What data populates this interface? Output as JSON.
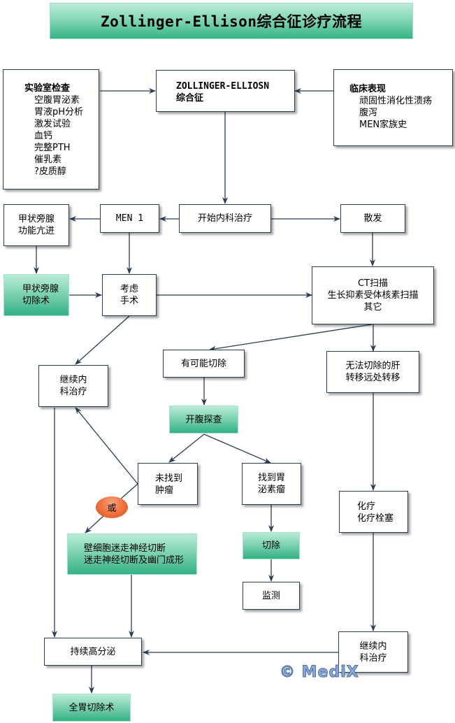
{
  "title": "Zollinger-Ellison综合征诊疗流程",
  "nodes": {
    "lab": {
      "heading": "实验室检查",
      "items": [
        "空腹胃泌素",
        "胃液pH分析",
        "激发试验",
        "血钙",
        "完整PTH",
        "催乳素",
        "?皮质醇"
      ]
    },
    "zes": {
      "line1": "ZOLLINGER-ELLIOSN",
      "line2": "综合征"
    },
    "clinical": {
      "heading": "临床表现",
      "items": [
        "顽固性消化性溃疡",
        "腹泻",
        "MEN家族史"
      ]
    },
    "hyperpara": {
      "line1": "甲状旁腺",
      "line2": "功能亢进"
    },
    "men1": {
      "label": "MEN 1"
    },
    "start_medical": {
      "label": "开始内科治疗"
    },
    "sporadic": {
      "label": "散发"
    },
    "parathyroidectomy": {
      "line1": "甲状旁腺",
      "line2": "切除术"
    },
    "consider_surgery": {
      "line1": "考虑",
      "line2": "手术"
    },
    "imaging": {
      "line1": "CT扫描",
      "line2": "生长抑素受体核素扫描",
      "line3": "其它"
    },
    "continue_medical_1": {
      "line1": "继续内",
      "line2": "科治疗"
    },
    "resectable": {
      "label": "有可能切除"
    },
    "unresectable": {
      "line1": "无法切除的肝",
      "line2": "转移远处转移"
    },
    "laparotomy": {
      "label": "开腹探查"
    },
    "tumor_not_found": {
      "line1": "未找到",
      "line2": "肿瘤"
    },
    "gastrinoma_found": {
      "line1": "找到胃",
      "line2": "泌素瘤"
    },
    "or_label": "或",
    "vagotomy": {
      "line1": "壁细胞迷走神经切断",
      "line2": "迷走神经切断及幽门成形"
    },
    "resection": {
      "label": "切除"
    },
    "monitor": {
      "label": "监测"
    },
    "chemo": {
      "line1": "化疗",
      "line2": "化疗栓塞"
    },
    "persistent_hypersecretion": {
      "label": "持续高分泌"
    },
    "continue_medical_2": {
      "line1": "继续内",
      "line2": "科治疗"
    },
    "total_gastrectomy": {
      "label": "全胃切除术"
    }
  },
  "watermark": "© MediX",
  "colors": {
    "line": "#2b3d55",
    "green_top": "#b9ecd8",
    "green_bottom": "#33b185",
    "or_fill": "#ee6b35",
    "watermark": "#8da9d3"
  }
}
